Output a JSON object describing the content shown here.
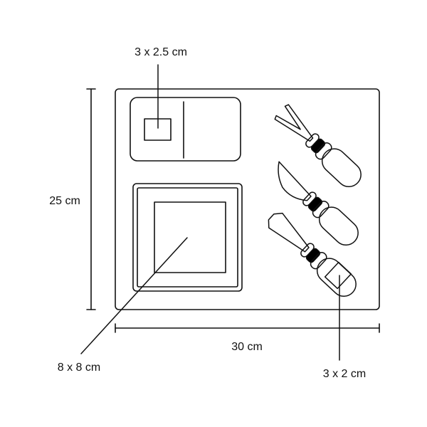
{
  "diagram": {
    "labels": {
      "top_compartment": "3 x 2.5 cm",
      "height": "25 cm",
      "width": "30 cm",
      "square_dish": "8 x 8 cm",
      "knife_handle": "3 x 2 cm"
    },
    "colors": {
      "stroke": "#111111",
      "background": "#ffffff",
      "band": "#000000"
    }
  }
}
